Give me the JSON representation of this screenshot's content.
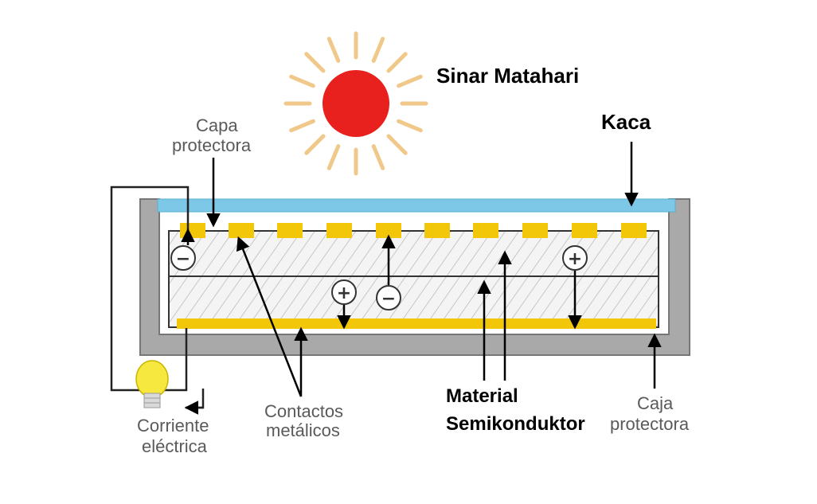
{
  "labels": {
    "sun": "Sinar Matahari",
    "glass": "Kaca",
    "protective_layer_line1": "Capa",
    "protective_layer_line2": "protectora",
    "metal_contacts_line1": "Contactos",
    "metal_contacts_line2": "metálicos",
    "semiconductor_line1": "Material",
    "semiconductor_line2": "Semikonduktor",
    "current_line1": "Corriente",
    "current_line2": "eléctrica",
    "case_line1": "Caja",
    "case_line2": "protectora"
  },
  "signs": {
    "minus": "−",
    "plus": "+"
  },
  "colors": {
    "sun": "#e8201e",
    "sun_rays": "#f0c98a",
    "glass": "#7cc8e6",
    "contacts": "#f2c70a",
    "case": "#a9a9a9",
    "bulb": "#f7e840"
  }
}
